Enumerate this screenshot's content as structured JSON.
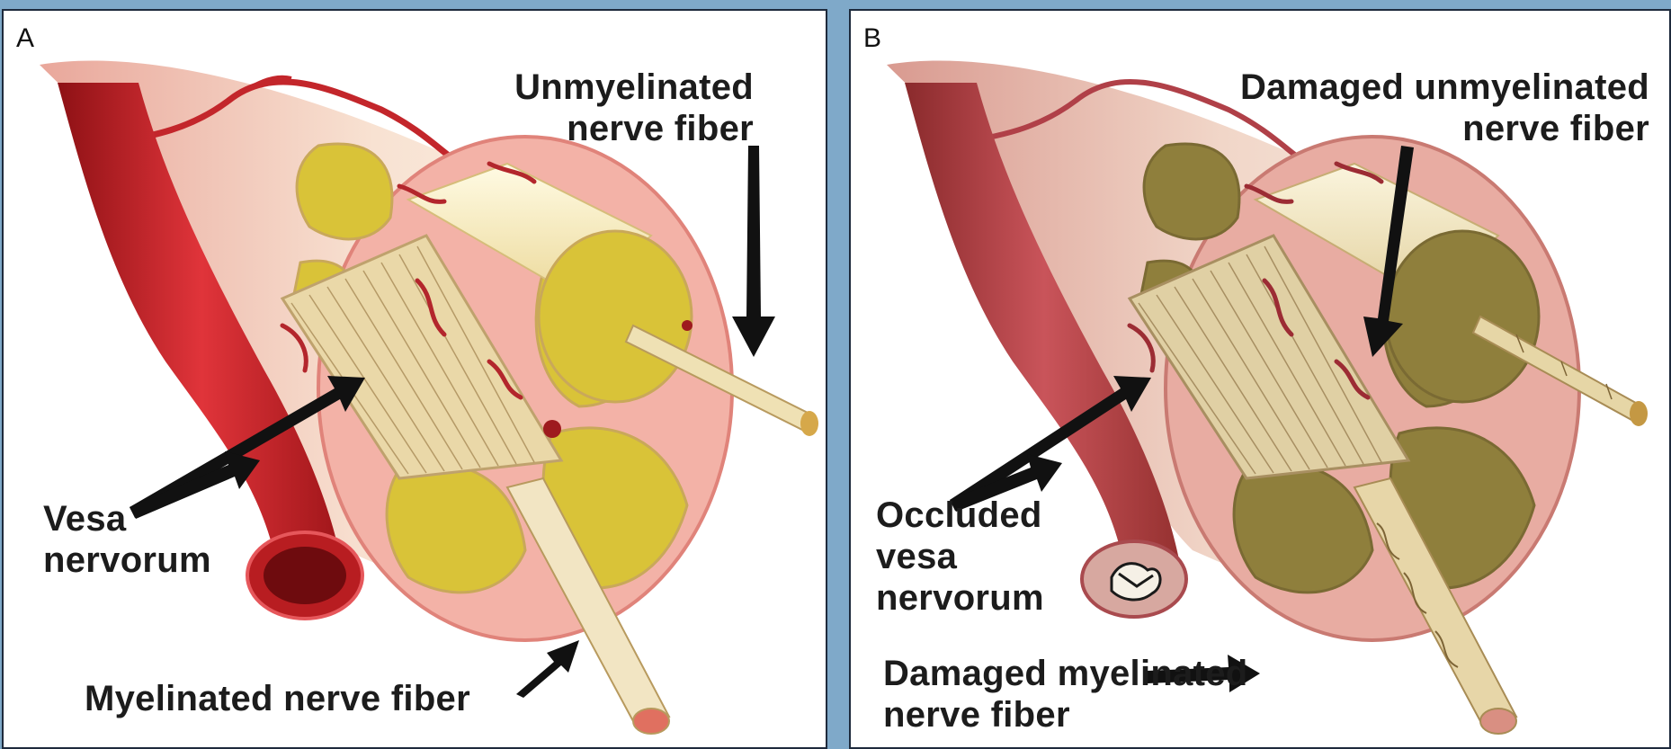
{
  "panels": [
    {
      "letter": "A",
      "labels": {
        "top_right": [
          "Unmyelinated",
          "nerve fiber"
        ],
        "left": [
          "Vesa",
          "nervorum"
        ],
        "bottom": [
          "Myelinated nerve fiber"
        ]
      }
    },
    {
      "letter": "B",
      "labels": {
        "top_right": [
          "Damaged unmyelinated",
          "nerve fiber"
        ],
        "left": [
          "Occluded",
          "vesa",
          "nervorum"
        ],
        "bottom": [
          "Damaged myelinated",
          "nerve fiber"
        ]
      }
    }
  ],
  "colors": {
    "healthy_fascicle": "#d9c338",
    "damaged_fascicle": "#8f7f3c",
    "perineurium": "#efa9a0",
    "vessel": "#c8262a",
    "nerve_sheath": "#f6dccb",
    "frame": "#7fa9c9"
  }
}
